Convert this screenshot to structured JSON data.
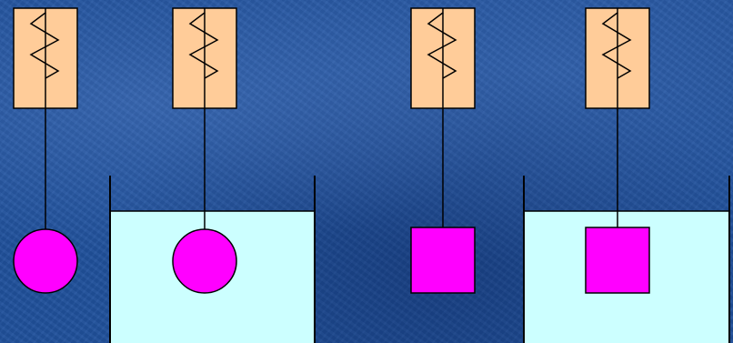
{
  "diagram": {
    "background_color": "#20519c",
    "spring_box_color": "#ffcc99",
    "water_color": "#ccffff",
    "weight_color": "#ff00ff",
    "line_color": "#000000",
    "setups": [
      {
        "id": "sphere-in-air",
        "weight_shape": "circle",
        "in_water": false
      },
      {
        "id": "sphere-in-water",
        "weight_shape": "circle",
        "in_water": true
      },
      {
        "id": "cube-in-air",
        "weight_shape": "square",
        "in_water": false
      },
      {
        "id": "cube-in-water",
        "weight_shape": "square",
        "in_water": true
      }
    ]
  }
}
